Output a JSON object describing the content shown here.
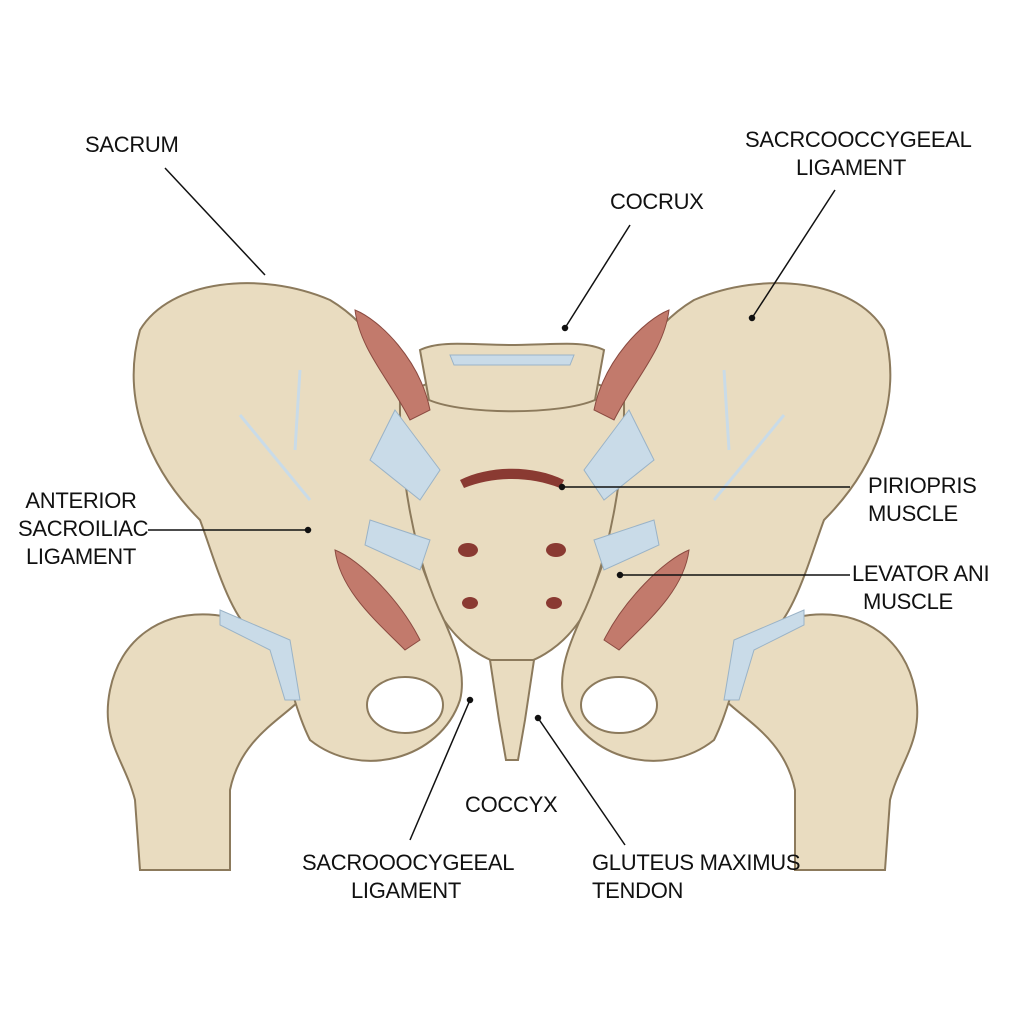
{
  "labels": {
    "sacrum": "SACRUM",
    "cocrux": "COCRUX",
    "sacrcooccygeeal_ligament": [
      "SACRCOOCCYGEEAL",
      "LIGAMENT"
    ],
    "anterior_sacroiliac_ligament": [
      "ANTERIOR",
      "SACROILIAC",
      "LIGAMENT"
    ],
    "piriopris_muscle": [
      "PIRIOPRIS",
      "MUSCLE"
    ],
    "levator_ani_muscle": [
      "LEVATOR ANI",
      "MUSCLE"
    ],
    "coccyx": "COCCYX",
    "sacrooocygeeal_ligament": [
      "SACROOOCYGEEAL",
      "LIGAMENT"
    ],
    "gluteus_maximus_tendon": [
      "GLUTEUS MAXIMUS",
      "TENDON"
    ]
  },
  "colors": {
    "bone": "#e9dcc0",
    "bone_outline": "#8c7a5c",
    "muscle": "#c27a6c",
    "ligament": "#c9dbe8"
  }
}
